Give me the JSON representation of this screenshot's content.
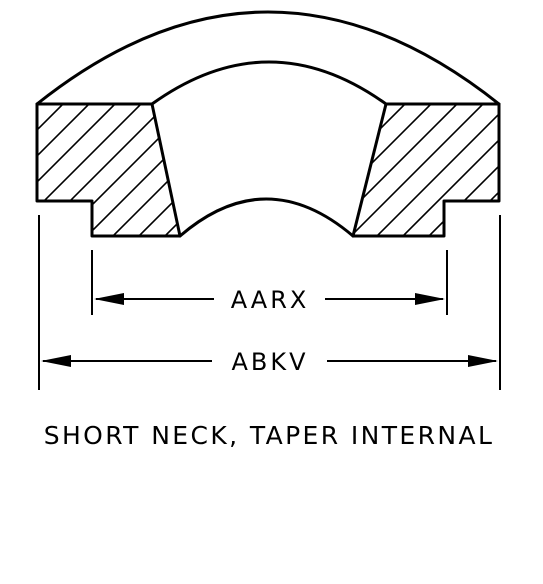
{
  "diagram": {
    "dimensions": {
      "inner": "AARX",
      "outer": "ABKV"
    },
    "caption": "SHORT NECK, TAPER INTERNAL"
  }
}
